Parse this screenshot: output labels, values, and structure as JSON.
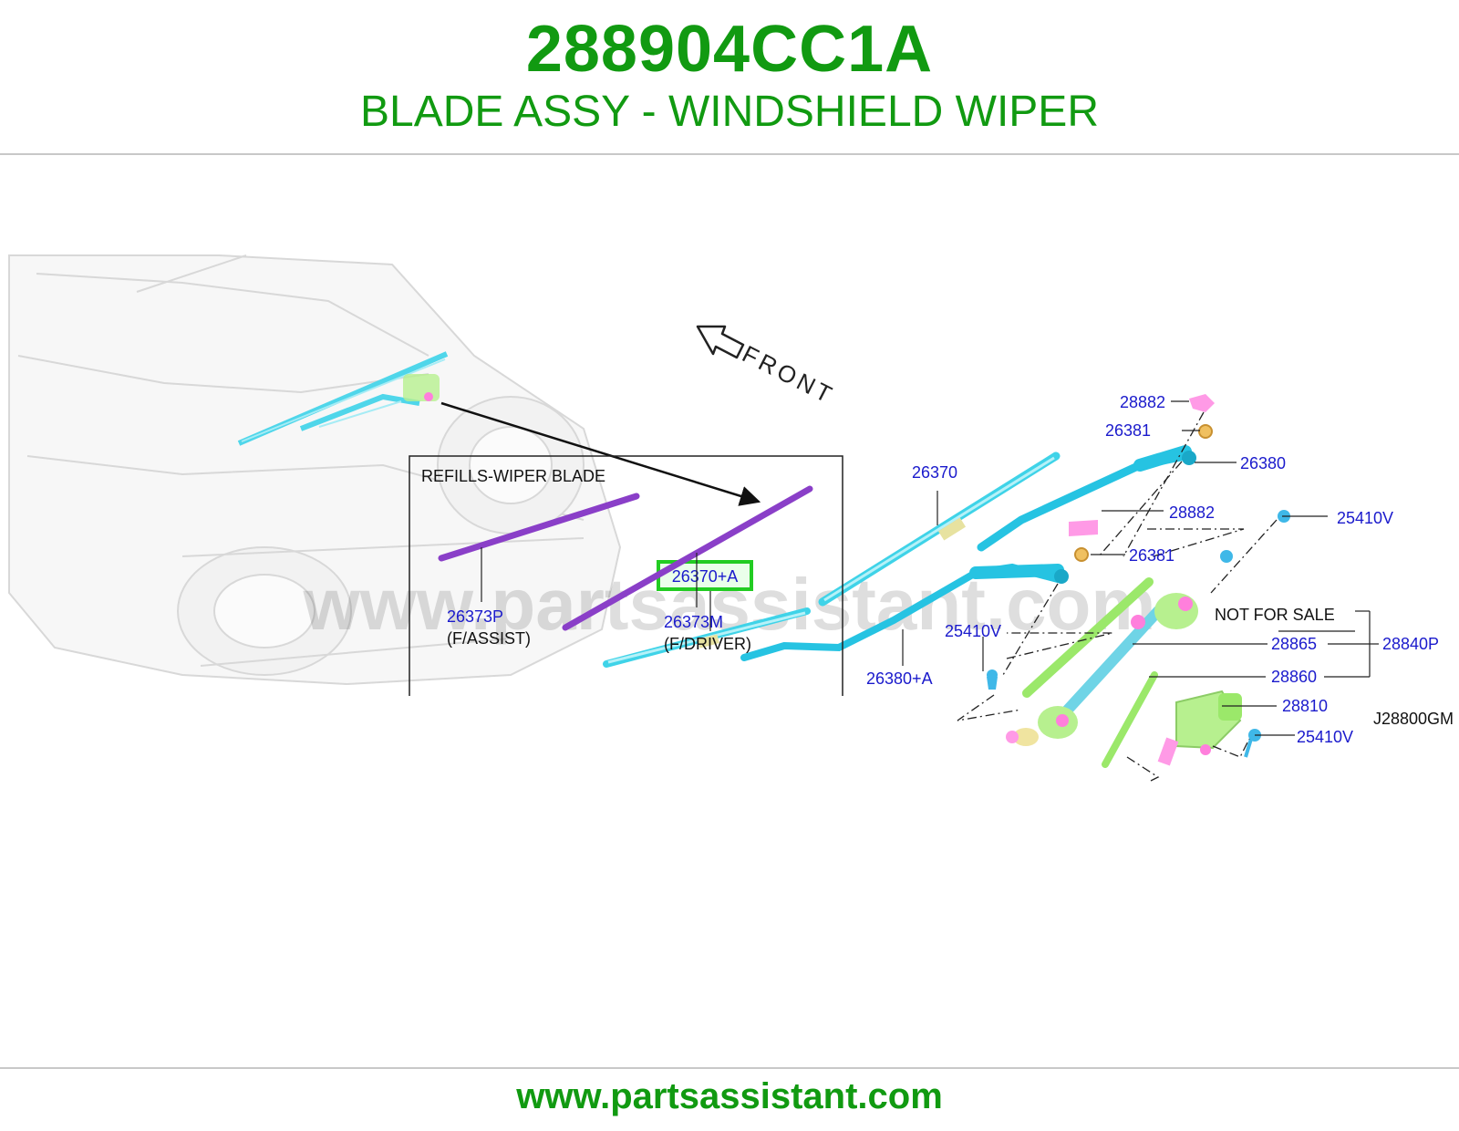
{
  "header": {
    "part_number": "288904CC1A",
    "description": "BLADE ASSY - WINDSHIELD WIPER"
  },
  "diagram": {
    "direction_label": "FRONT",
    "watermark": "www.partsassistant.com",
    "code": "J28800GM",
    "highlighted_callout": "26370+A",
    "callouts": {
      "c28882_top": "28882",
      "c26381_top": "26381",
      "c26380": "26380",
      "c26370": "26370",
      "c28882_mid": "28882",
      "c25410v_top": "25410V",
      "c26381_mid": "26381",
      "c26370a": "26370+A",
      "not_for_sale": "NOT FOR SALE",
      "c25410v_left": "25410V",
      "c28865": "28865",
      "c28840p": "28840P",
      "c26380a": "26380+A",
      "c28860": "28860",
      "c28810": "28810",
      "c25410v_bottom": "25410V"
    },
    "refills": {
      "title": "REFILLS-WIPER BLADE",
      "assist_code": "26373P",
      "assist_note": "(F/ASSIST)",
      "driver_code": "26373M",
      "driver_note": "(F/DRIVER)"
    }
  },
  "footer": {
    "url": "www.partsassistant.com"
  },
  "colors": {
    "brand_green": "#119a11",
    "callout_blue": "#1a1acc",
    "wiper_cyan": "#3fd3e8",
    "linkage_green": "#9be86a",
    "refill_purple": "#8a3fc8",
    "highlight_box": "#22cc22"
  }
}
